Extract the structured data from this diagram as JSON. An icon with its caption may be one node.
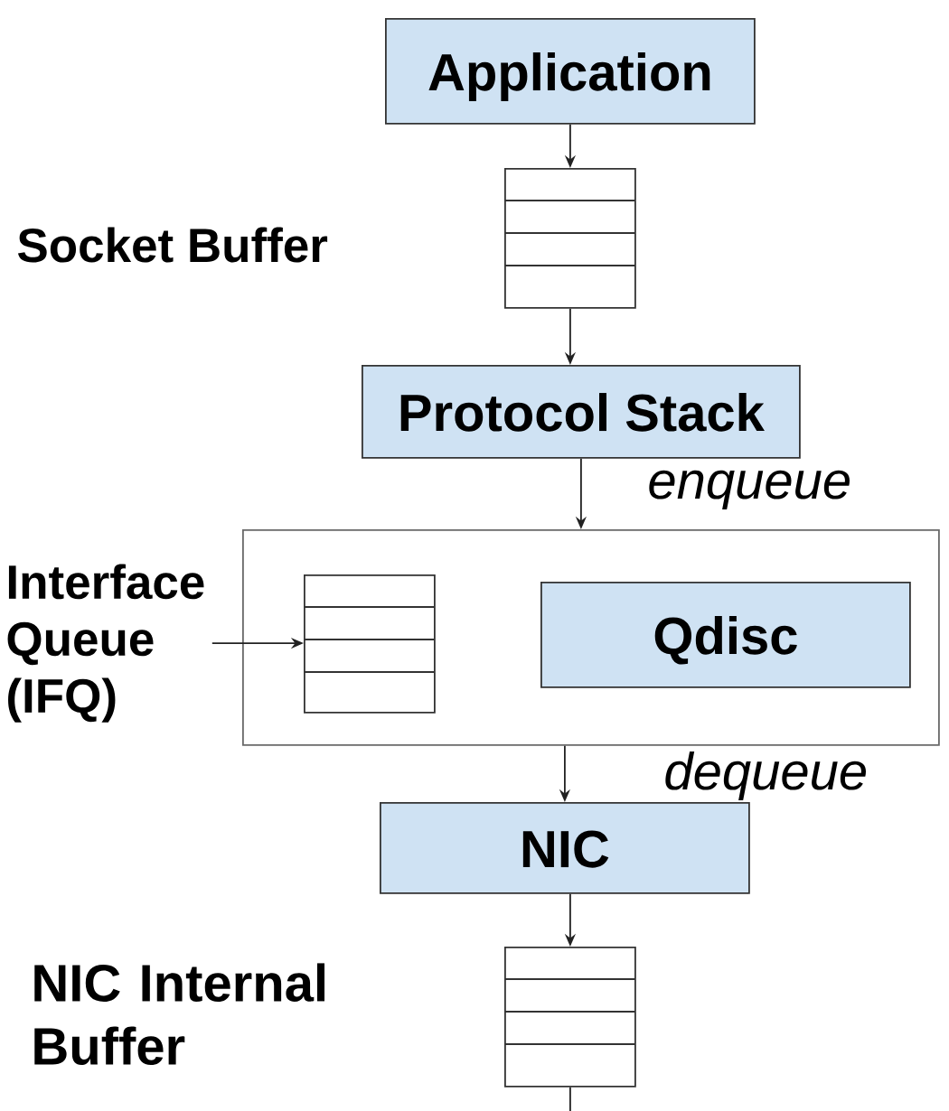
{
  "diagram": {
    "nodes": [
      {
        "text": [
          "Application"
        ]
      },
      {
        "text": [],
        "shape": "box"
      },
      {
        "text": [
          "Protocol Stack"
        ]
      },
      {
        "text": [],
        "shape": "box"
      },
      {
        "text": [
          "Interface Queue (IFQ)"
        ]
      },
      {
        "text": [],
        "shape": "box",
        "in": 3
      },
      {
        "text": [
          "Qdisc"
        ],
        "in": 3
      },
      {
        "text": [
          "NIC"
        ]
      },
      {
        "text": [],
        "shape": "box"
      }
    ],
    "edges": [
      {
        "from": 0,
        "to": 1,
        "arrow": "to"
      },
      {
        "from": 1,
        "to": 2,
        "arrow": "to"
      },
      {
        "from": 2,
        "to": 3,
        "arrow": "to",
        "label": "enqueue"
      },
      {
        "from": 4,
        "to": 5,
        "arrow": "to"
      },
      {
        "from": 3,
        "to": 7,
        "arrow": "to",
        "label": "dequeue"
      },
      {
        "from": 7,
        "to": 8,
        "arrow": "to"
      },
      {
        "from": 8,
        "to": null,
        "arrow": "none"
      }
    ],
    "labels": [
      "Socket Buffer",
      "NIC Internal Buffer"
    ]
  }
}
